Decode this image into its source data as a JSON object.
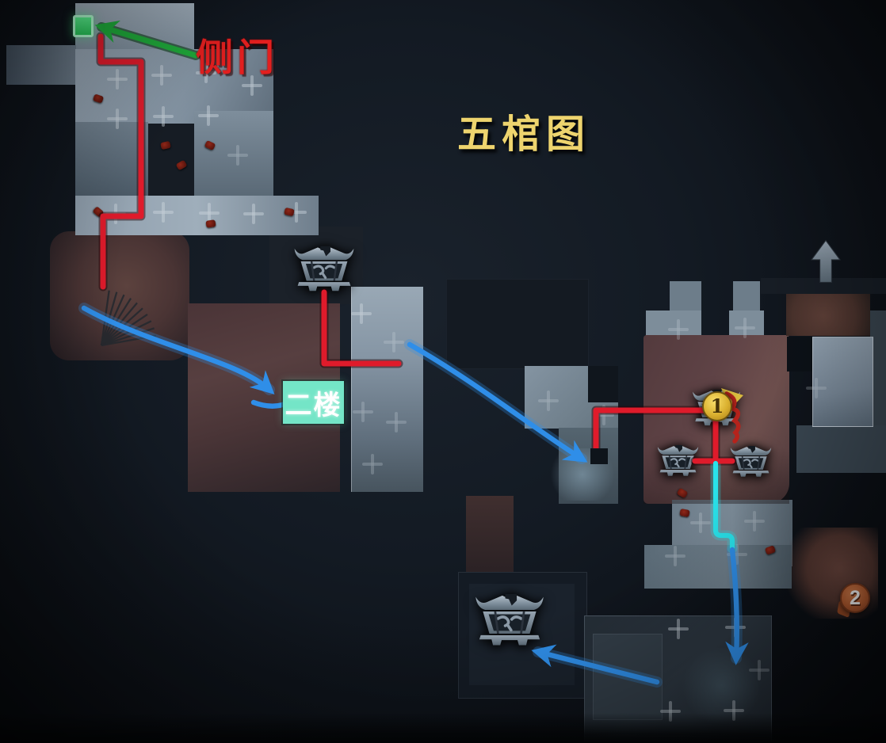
{
  "title": {
    "text": "五棺图",
    "color": "#eed46e"
  },
  "annotations": {
    "side_door": "侧门",
    "second_floor": "二楼"
  },
  "markers": {
    "one": "1",
    "two": "2",
    "one_bg": "#dab02f",
    "two_bg": "#bb5f31"
  },
  "icons": {
    "coffin": "coffin-icon",
    "coffin_count": 5,
    "north_arrow": "north-arrow-icon",
    "spawn_square": "spawn-point-icon",
    "fan_stairs": "fan-stairs-icon",
    "debris": "debris-icon",
    "wall_mark": "wall-cross-icon"
  },
  "route_colors": {
    "red": "#df1b2b",
    "blue": "#2f8ee8",
    "cyan": "#29e2ea",
    "green": "#1fa93a",
    "second_floor_bg": "#74e5c7",
    "spawn_green": "#3ce273"
  }
}
